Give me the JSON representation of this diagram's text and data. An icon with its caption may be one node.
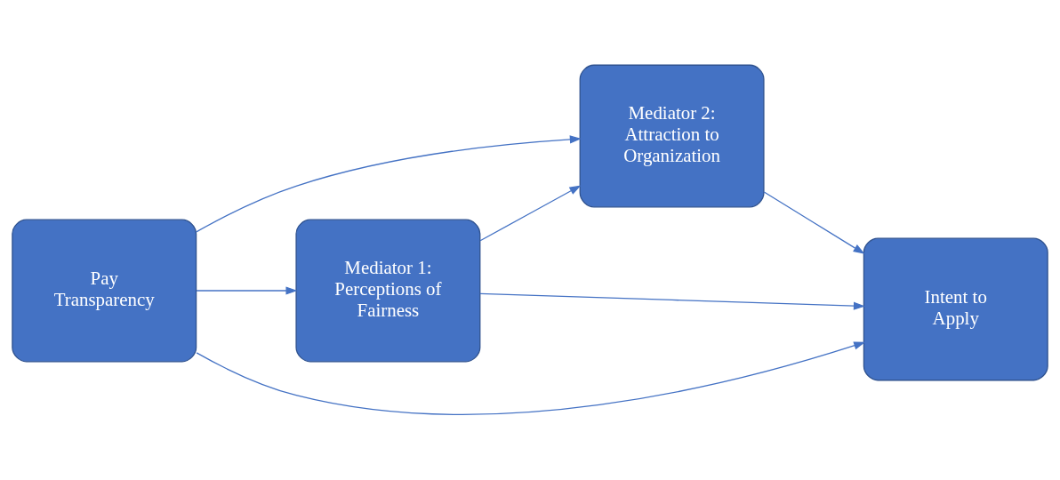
{
  "diagram": {
    "nodes": [
      {
        "text": [
          "Pay Transparency"
        ]
      },
      {
        "text": [
          "Mediator 1: Perceptions of Fairness"
        ]
      },
      {
        "text": [
          "Mediator 2: Attraction to Organization"
        ]
      },
      {
        "text": [
          "Intent to Apply"
        ]
      }
    ],
    "edges": [
      {
        "from": 0,
        "to": 1,
        "arrow": "to"
      },
      {
        "from": 1,
        "to": 2,
        "arrow": "to"
      },
      {
        "from": 2,
        "to": 3,
        "arrow": "to"
      },
      {
        "from": 1,
        "to": 3,
        "arrow": "to"
      },
      {
        "from": 0,
        "to": 2,
        "arrow": "to"
      },
      {
        "from": 0,
        "to": 3,
        "arrow": "to"
      }
    ]
  }
}
